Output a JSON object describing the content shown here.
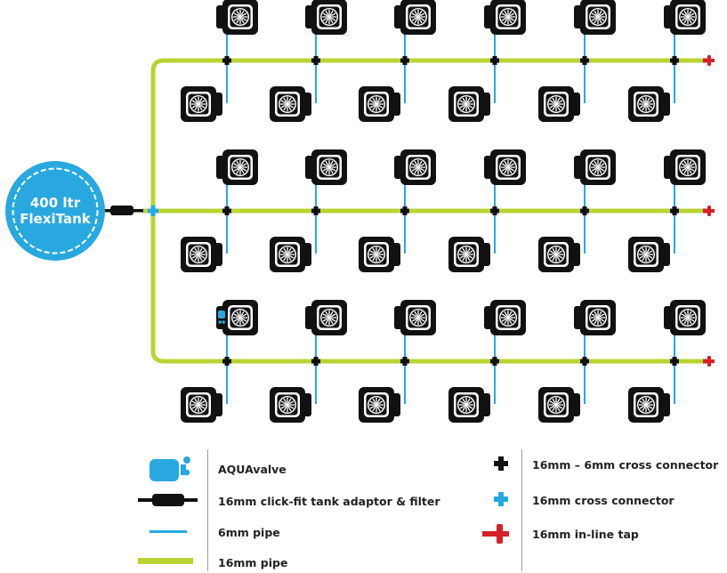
{
  "tank": {
    "line1": "400 ltr",
    "line2": "FlexiTank"
  },
  "colors": {
    "pipe16": "#b8d432",
    "pipe6": "#29a8e0",
    "tank": "#29a8e0",
    "tank_ring": "#ffffff",
    "tap": "#d61f26",
    "pot": "#111111"
  },
  "layout": {
    "rows": 3,
    "upper_pots_per_row": 6,
    "lower_pots_per_row": 6,
    "aquavalve_row": 3,
    "aquavalve_pot": 1
  },
  "legend": {
    "left": [
      {
        "icon": "aquavalve-icon",
        "label": "AQUAvalve"
      },
      {
        "icon": "tank-adaptor-filter-icon",
        "label": "16mm click-fit tank adaptor & filter"
      },
      {
        "icon": "6mm-pipe-icon",
        "label": "6mm pipe"
      },
      {
        "icon": "16mm-pipe-icon",
        "label": "16mm pipe"
      }
    ],
    "right": [
      {
        "icon": "16mm-6mm-cross-connector-icon",
        "label": "16mm – 6mm cross connector"
      },
      {
        "icon": "16mm-cross-connector-icon",
        "label": "16mm cross connector"
      },
      {
        "icon": "inline-tap-icon",
        "label": "16mm in-line tap"
      }
    ]
  }
}
